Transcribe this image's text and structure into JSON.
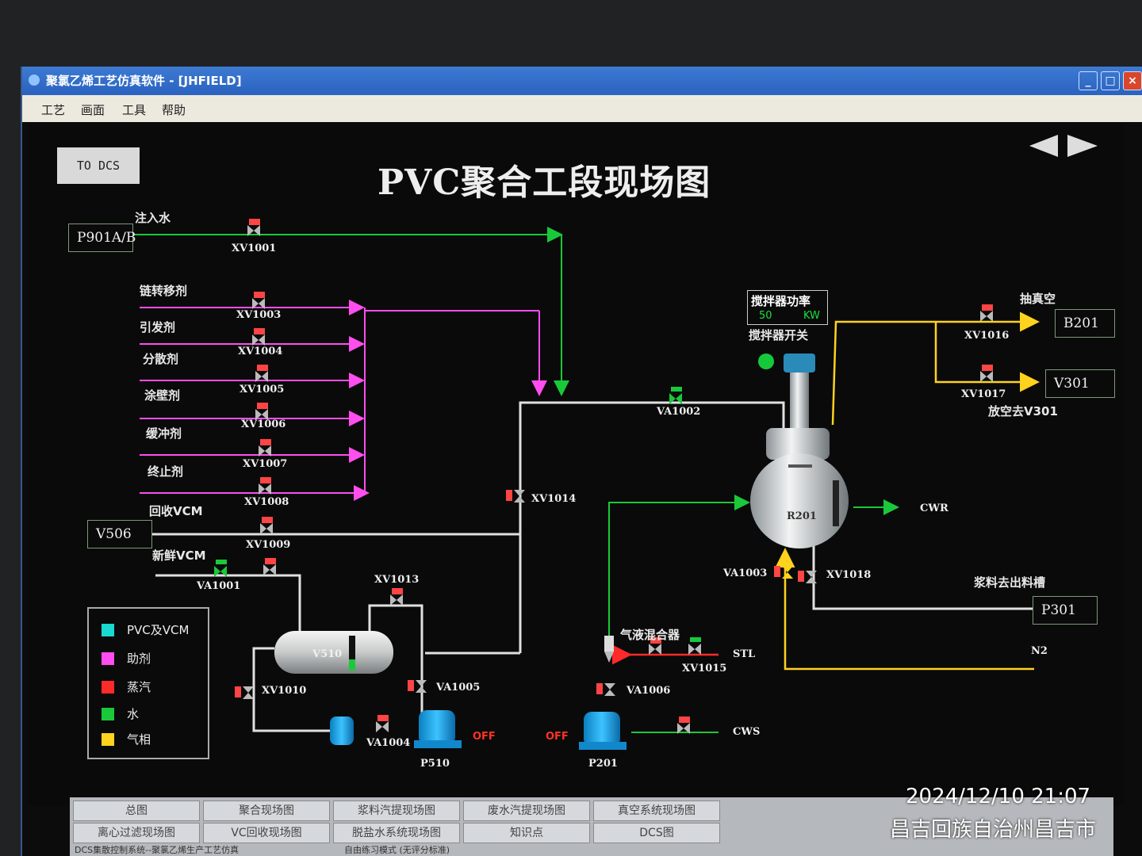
{
  "window": {
    "title": "聚氯乙烯工艺仿真软件 - [JHFIELD]",
    "menu": [
      "工艺",
      "画面",
      "工具",
      "帮助"
    ]
  },
  "toolbar": {
    "to_dcs": "TO DCS"
  },
  "page_title": "PVC聚合工段现场图",
  "sources": {
    "p901": "P901A/B",
    "v506": "V506",
    "b201": "B201",
    "v301": "V301",
    "p301": "P301"
  },
  "labels": {
    "inject_water": "注入水",
    "chain_transfer": "链转移剂",
    "initiator": "引发剂",
    "dispersant": "分散剂",
    "wall_coat": "涂壁剂",
    "buffer": "缓冲剂",
    "terminator": "终止剂",
    "recycle_vcm": "回收VCM",
    "fresh_vcm": "新鲜VCM",
    "vacuum": "抽真空",
    "vent_v301": "放空去V301",
    "agitator_switch": "搅拌器开关",
    "slurry_out": "浆料去出料槽",
    "gas_liquid_mixer": "气液混合器",
    "cwr": "CWR",
    "cws": "CWS",
    "stl": "STL",
    "n2": "N2"
  },
  "power": {
    "title": "搅拌器功率",
    "value": "50",
    "unit": "KW"
  },
  "valves": {
    "xv1001": "XV1001",
    "xv1003": "XV1003",
    "xv1004": "XV1004",
    "xv1005": "XV1005",
    "xv1006": "XV1006",
    "xv1007": "XV1007",
    "xv1008": "XV1008",
    "xv1009": "XV1009",
    "xv1010": "XV1010",
    "xv1013": "XV1013",
    "xv1014": "XV1014",
    "xv1015": "XV1015",
    "xv1016": "XV1016",
    "xv1017": "XV1017",
    "xv1018": "XV1018",
    "va1001": "VA1001",
    "va1002": "VA1002",
    "va1003": "VA1003",
    "va1004": "VA1004",
    "va1005": "VA1005",
    "va1006": "VA1006"
  },
  "equipment": {
    "v510": "V510",
    "r201": "R201",
    "p510": "P510",
    "p201": "P201"
  },
  "pump_status": {
    "p510": "OFF",
    "p201": "OFF"
  },
  "legend": [
    {
      "label": "PVC及VCM",
      "color": "#19d9d0"
    },
    {
      "label": "助剂",
      "color": "#ff4df0"
    },
    {
      "label": "蒸汽",
      "color": "#ff2a2a"
    },
    {
      "label": "水",
      "color": "#19c93a"
    },
    {
      "label": "气相",
      "color": "#ffd21e"
    }
  ],
  "nav": {
    "row1": [
      "总图",
      "聚合现场图",
      "浆料汽提现场图",
      "废水汽提现场图",
      "真空系统现场图"
    ],
    "row2": [
      "离心过滤现场图",
      "VC回收现场图",
      "脱盐水系统现场图",
      "知识点",
      "DCS图"
    ]
  },
  "statusbar": {
    "left": "DCS集散控制系统--聚氯乙烯生产工艺仿真",
    "right": "自由练习模式 (无评分标准)"
  },
  "photo_stamp": {
    "datetime": "2024/12/10 21:07",
    "location": "昌吉回族自治州昌吉市"
  },
  "colors": {
    "assist": "#ff4df0",
    "water": "#19c93a",
    "gas": "#ffd21e",
    "steam": "#ff2a2a",
    "pvc": "#e0e0e0"
  }
}
